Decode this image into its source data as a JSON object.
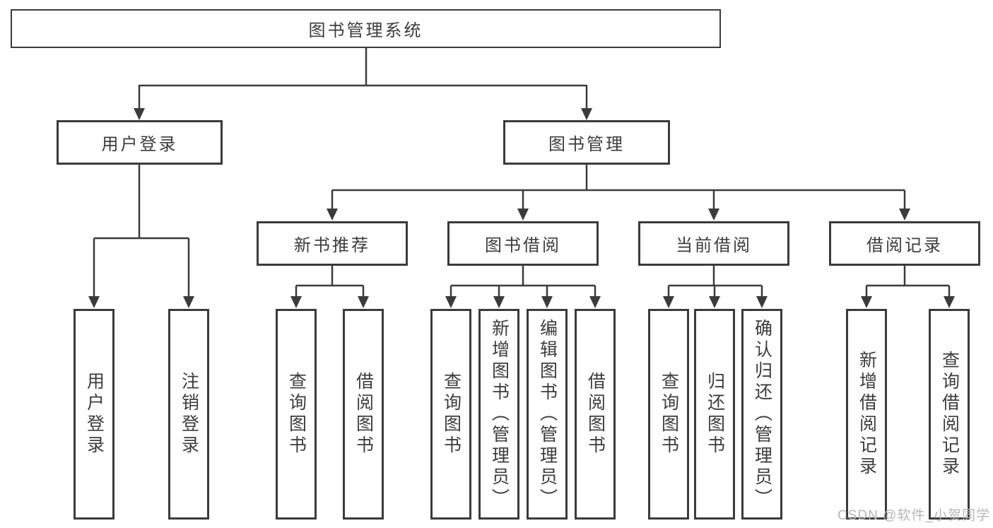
{
  "diagram_type": "hierarchy-chart",
  "watermark": "CSDN @软件_小贺同学",
  "colors": {
    "line": "#3b3b3b",
    "border": "#3b3b3b",
    "text": "#3c3c3c",
    "background": "#ffffff",
    "watermark": "#b6b6b6"
  },
  "tree": {
    "root": {
      "label": "图书管理系统",
      "children": [
        {
          "label": "用户登录",
          "children": [
            {
              "label": "用户登录"
            },
            {
              "label": "注销登录"
            }
          ]
        },
        {
          "label": "图书管理",
          "children": [
            {
              "label": "新书推荐",
              "children": [
                {
                  "label": "查询图书"
                },
                {
                  "label": "借阅图书"
                }
              ]
            },
            {
              "label": "图书借阅",
              "children": [
                {
                  "label": "查询图书"
                },
                {
                  "label": "新增图书（管理员）"
                },
                {
                  "label": "编辑图书（管理员）"
                },
                {
                  "label": "借阅图书"
                }
              ]
            },
            {
              "label": "当前借阅",
              "children": [
                {
                  "label": "查询图书"
                },
                {
                  "label": "归还图书"
                },
                {
                  "label": "确认归还（管理员）"
                }
              ]
            },
            {
              "label": "借阅记录",
              "children": [
                {
                  "label": "新增借阅记录"
                },
                {
                  "label": "查询借阅记录"
                }
              ]
            }
          ]
        }
      ]
    }
  }
}
